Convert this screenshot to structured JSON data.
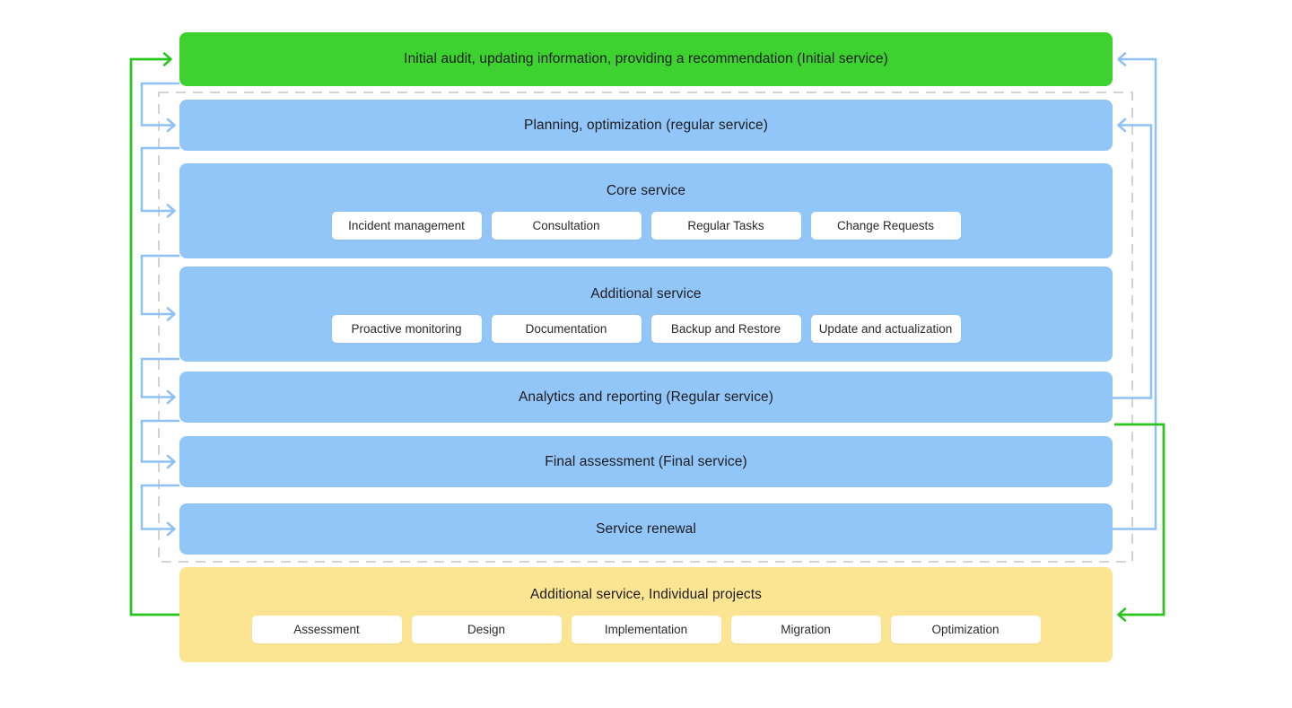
{
  "colors": {
    "initial_stage_green": "#3ed231",
    "regular_stage_blue": "#93c6f8",
    "projects_stage_yellow": "#fce592",
    "chip_background": "#ffffff",
    "arrow_blue": "#8ec2f6",
    "arrow_green": "#2bc51f",
    "dashed_border_gray": "#d3d3d3",
    "text_dark": "#1c1c1e"
  },
  "flow": {
    "initial": {
      "label": "Initial audit, updating information, providing a recommendation (Initial service)"
    },
    "rows": [
      {
        "label": "Planning, optimization (regular service)"
      },
      {
        "label": "Core service",
        "buttons": [
          "Incident management",
          "Consultation",
          "Regular Tasks",
          "Change Requests"
        ]
      },
      {
        "label": "Additional service",
        "buttons": [
          "Proactive monitoring",
          "Documentation",
          "Backup and Restore",
          "Update and actualization"
        ]
      },
      {
        "label": "Analytics and reporting (Regular service)"
      },
      {
        "label": "Final assessment (Final service)"
      },
      {
        "label": "Service renewal"
      }
    ],
    "projects": {
      "label": "Additional service, Individual projects",
      "buttons": [
        "Assessment",
        "Design",
        "Implementation",
        "Migration",
        "Optimization"
      ]
    }
  },
  "connections": [
    {
      "from": "Initial service",
      "to": "Planning, optimization",
      "color": "blue",
      "side": "left"
    },
    {
      "from": "Planning, optimization",
      "to": "Core service",
      "color": "blue",
      "side": "left"
    },
    {
      "from": "Core service",
      "to": "Additional service",
      "color": "blue",
      "side": "left"
    },
    {
      "from": "Additional service",
      "to": "Analytics and reporting",
      "color": "blue",
      "side": "left"
    },
    {
      "from": "Analytics and reporting",
      "to": "Final assessment",
      "color": "blue",
      "side": "left"
    },
    {
      "from": "Final assessment",
      "to": "Service renewal",
      "color": "blue",
      "side": "left"
    },
    {
      "from": "Analytics and reporting",
      "to": "Planning, optimization",
      "color": "blue",
      "side": "right"
    },
    {
      "from": "Service renewal",
      "to": "Initial service",
      "color": "blue",
      "side": "right"
    },
    {
      "from": "Analytics and reporting",
      "to": "Additional service, Individual projects",
      "color": "green",
      "side": "right"
    },
    {
      "from": "Additional service, Individual projects",
      "to": "Initial service",
      "color": "green",
      "side": "left"
    }
  ]
}
